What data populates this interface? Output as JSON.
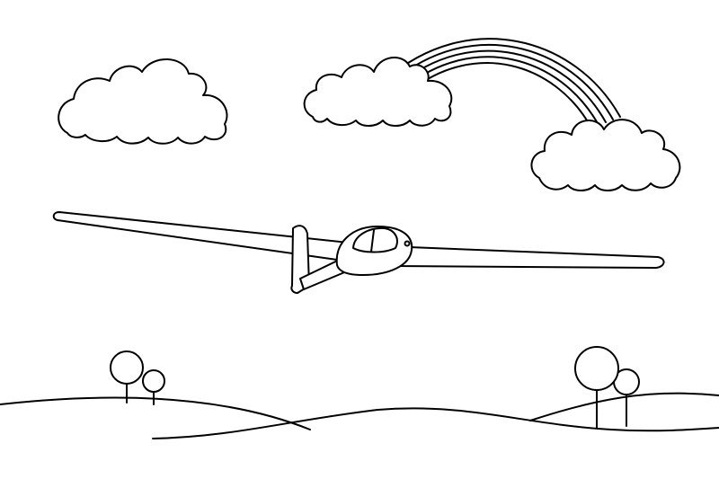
{
  "scene": {
    "subject": "glider",
    "elements": [
      "cloud",
      "cloud",
      "cloud",
      "rainbow",
      "glider",
      "hills",
      "tree",
      "tree",
      "tree",
      "tree"
    ],
    "colors": {
      "line": "#000000",
      "background": "#ffffff"
    },
    "rainbow_band_count": 5
  }
}
